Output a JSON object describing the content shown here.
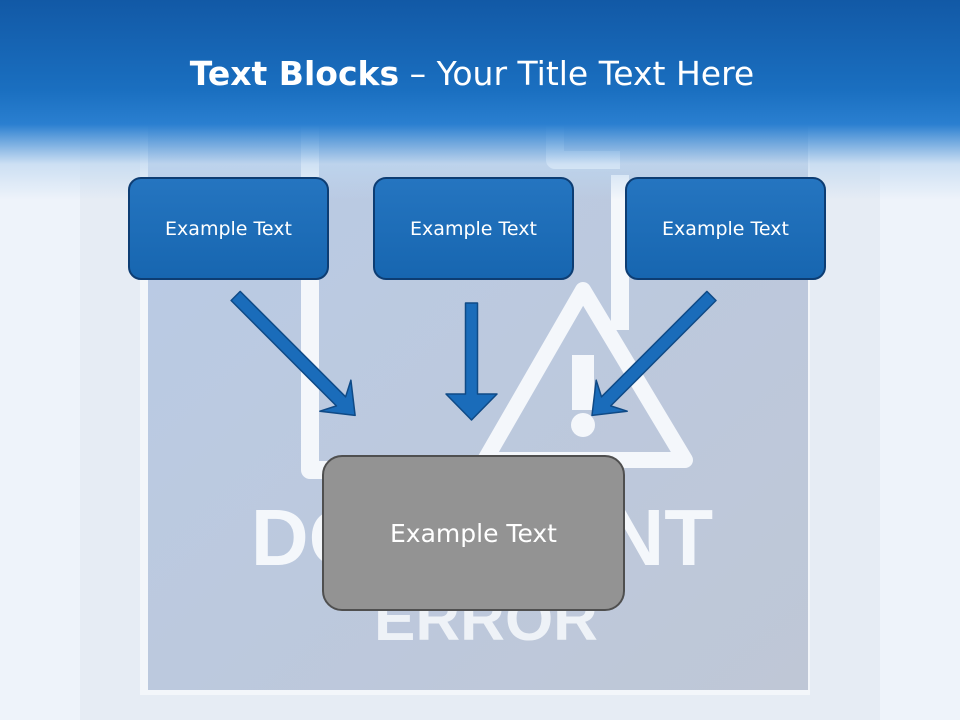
{
  "title": {
    "bold": "Text Blocks",
    "separator": " – ",
    "rest": "Your Title Text Here"
  },
  "boxes": {
    "top_left": "Example Text",
    "top_center": "Example Text",
    "top_right": "Example Text",
    "bottom": "Example Text"
  },
  "background": {
    "word_line1": "DOCUMENT",
    "word_line2": "ERROR"
  },
  "colors": {
    "header_blue": "#1a6fc0",
    "box_blue": "#1766b0",
    "box_border": "#0d3d73",
    "box_gray": "#939393"
  }
}
